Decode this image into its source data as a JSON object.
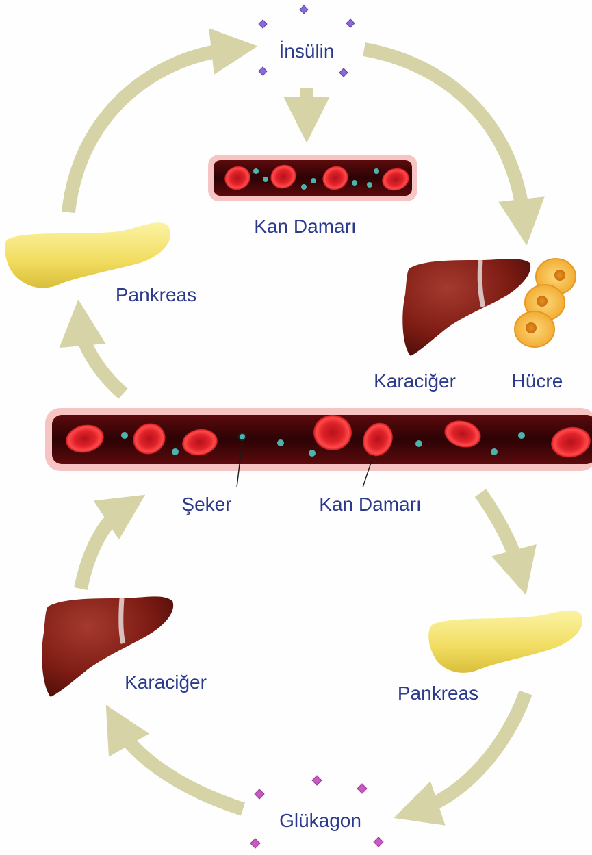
{
  "labels": {
    "insulin": "İnsülin",
    "vessel_top": "Kan Damarı",
    "pancreas_left": "Pankreas",
    "liver_right": "Karaciğer",
    "cell": "Hücre",
    "sugar": "Şeker",
    "vessel_main": "Kan Damarı",
    "liver_left": "Karaciğer",
    "pancreas_right": "Pankreas",
    "glucagon": "Glükagon"
  },
  "colors": {
    "arrow": "#d6d3a6",
    "label_text": "#2c3a8c",
    "vessel_lumen": "#3e0508",
    "vessel_wall": "#f3b7b4",
    "red_cell": "#d9191f",
    "sugar": "#4bb4ae",
    "insulin": "#8a6ad8",
    "glucagon": "#c85ac4",
    "pancreas": "#f2e06a",
    "liver": "#8e2218",
    "fat_cell": "#f6b83c"
  },
  "icons": [
    "insulin-molecule-icon",
    "glucagon-molecule-icon",
    "pancreas-icon",
    "liver-icon",
    "fat-cell-icon",
    "red-blood-cell-icon",
    "sugar-molecule-icon",
    "flow-arrow-icon"
  ]
}
